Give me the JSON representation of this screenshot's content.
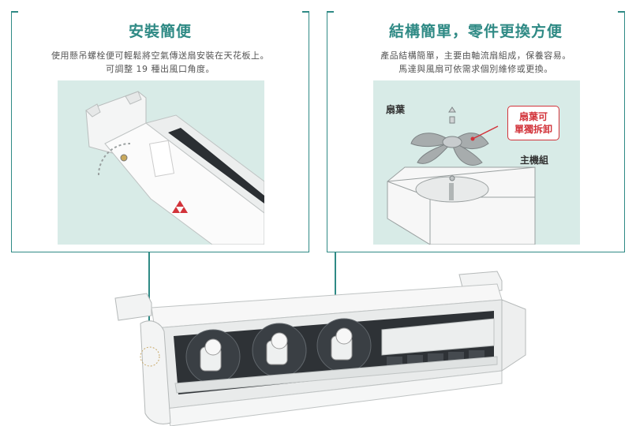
{
  "left_panel": {
    "title": "安裝簡便",
    "desc_line1": "使用懸吊螺栓便可輕鬆將空氣傳送扇安裝在天花板上。",
    "desc_line2": "可調整 19 種出風口角度。"
  },
  "right_panel": {
    "title": "結構簡單，零件更換方便",
    "desc_line1": "產品結構簡單，主要由軸流扇組成，保養容易。",
    "desc_line2": "馬達與風扇可依需求個別維修或更換。",
    "label_blade": "扇葉",
    "label_removable_line1": "扇葉可",
    "label_removable_line2": "單獨拆卸",
    "label_main_unit": "主機組"
  },
  "colors": {
    "accent": "#2f8a85",
    "callout_red": "#d2333a",
    "photo_bg": "#d8ebe7"
  }
}
